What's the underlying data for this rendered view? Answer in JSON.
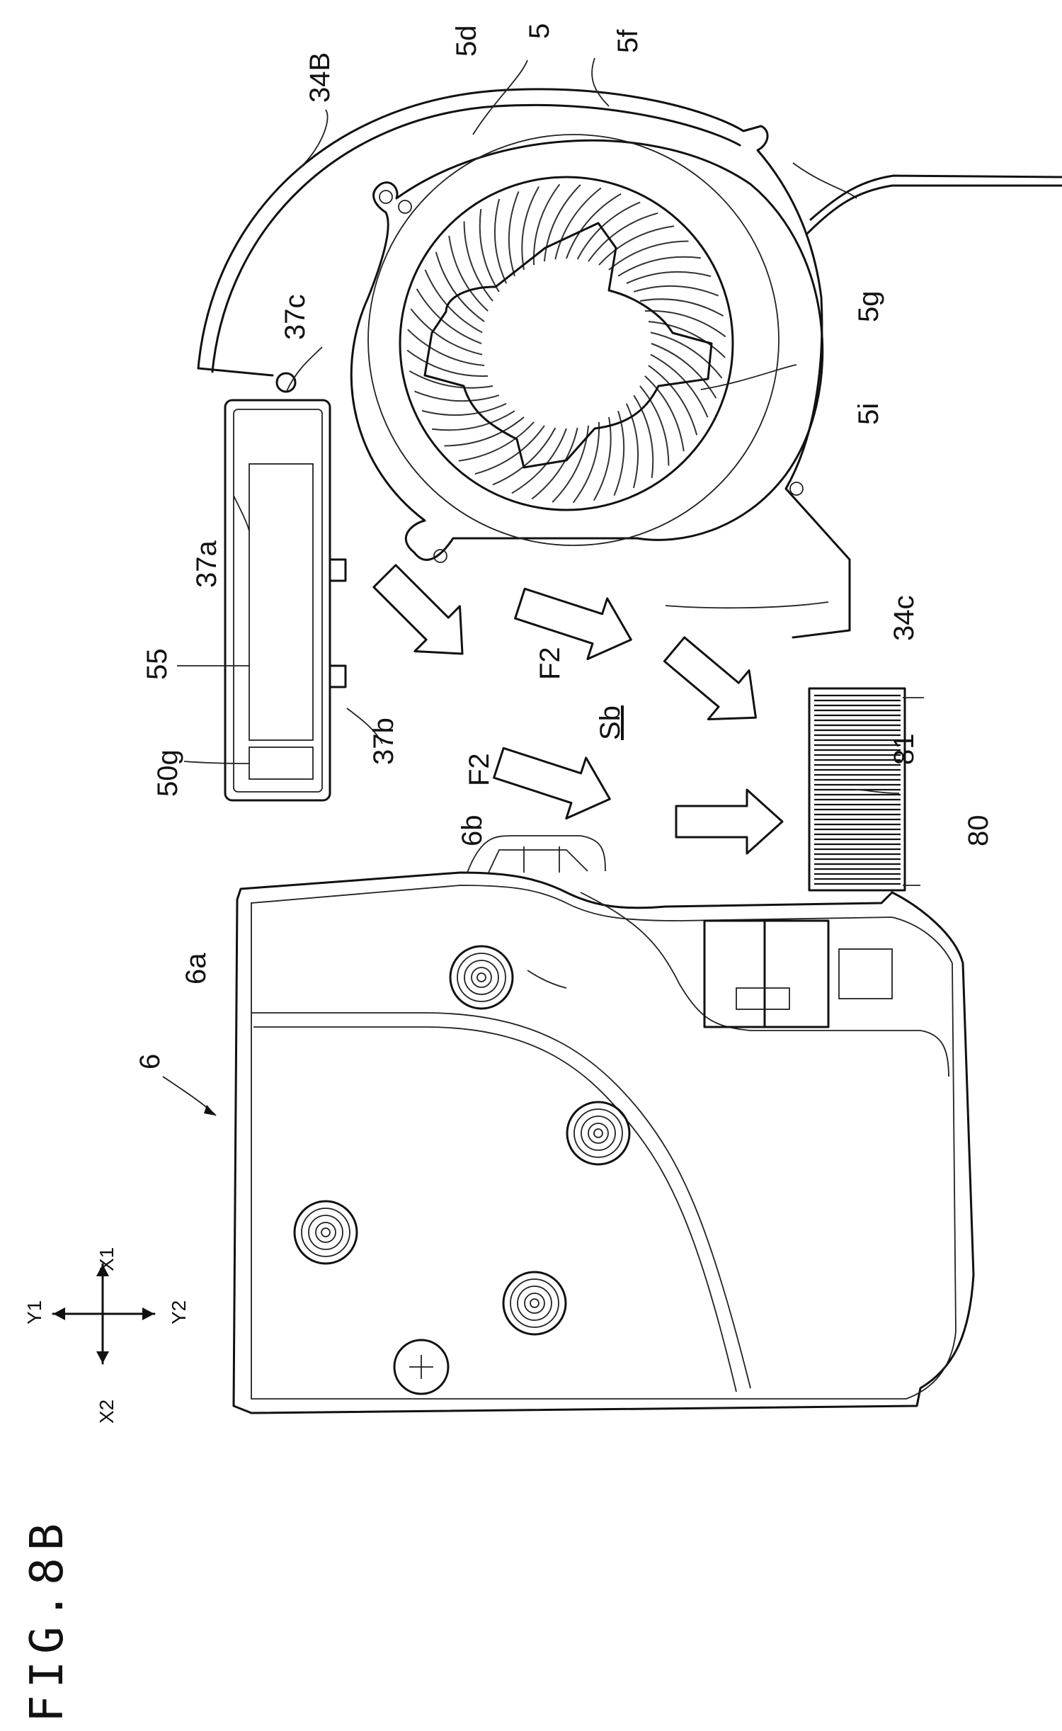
{
  "figure": {
    "caption": "FIG.8B",
    "axes": {
      "x1": "X1",
      "x2": "X2",
      "y1": "Y1",
      "y2": "Y2"
    },
    "labels": {
      "fan": "5",
      "fan_ring": "5d",
      "fan_housing_top": "5f",
      "hub": "5g",
      "blades": "5i",
      "duct_wall": "34B",
      "duct_edge": "34c",
      "holder_corner": "37c",
      "holder_side": "37a",
      "holder_tab": "37b",
      "module": "55",
      "module_part": "50g",
      "flow_1": "F2",
      "flow_2": "F2",
      "space": "Sb",
      "heatsink": "80",
      "fins": "81",
      "unit": "6",
      "unit_top": "6a",
      "unit_edge": "6b"
    }
  }
}
